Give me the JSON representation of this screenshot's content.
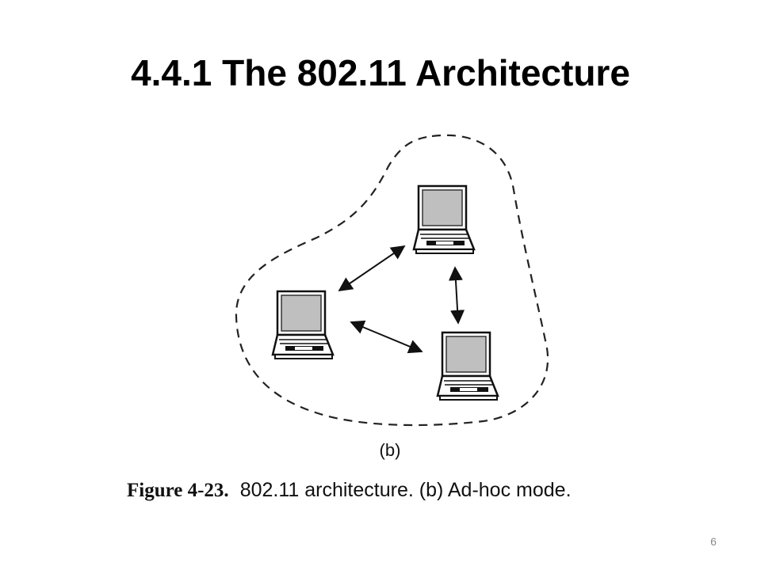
{
  "slide": {
    "title": "4.4.1 The 802.11 Architecture",
    "page_number": "6"
  },
  "figure": {
    "sub_label": "(b)",
    "caption_number": "Figure 4-23.",
    "caption_text": "802.11 architecture. (b) Ad-hoc mode.",
    "nodes": [
      {
        "id": "laptop-top"
      },
      {
        "id": "laptop-left"
      },
      {
        "id": "laptop-bottom-right"
      }
    ],
    "links": [
      {
        "from": "laptop-left",
        "to": "laptop-top",
        "direction": "bidirectional"
      },
      {
        "from": "laptop-top",
        "to": "laptop-bottom-right",
        "direction": "bidirectional"
      },
      {
        "from": "laptop-left",
        "to": "laptop-bottom-right",
        "direction": "bidirectional"
      }
    ],
    "boundary": "dashed"
  }
}
